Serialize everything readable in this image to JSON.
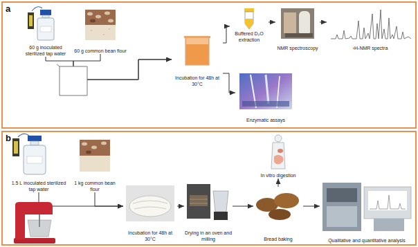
{
  "diagram": {
    "nodes": [
      {
        "text": [
          "a"
        ]
      },
      {
        "text": [
          "60 g inoculated sterilized tap water"
        ],
        "in": 0
      },
      {
        "text": [
          "60 g common bean flour"
        ],
        "in": 0
      },
      {
        "text": [
          "Incubation for 48h at 30°C"
        ],
        "in": 0
      },
      {
        "text": [
          "Buffered D₂O extraction"
        ],
        "in": 0
      },
      {
        "text": [
          "NMR spectroscopy"
        ],
        "in": 0
      },
      {
        "text": [
          "¹H-NMR spectra"
        ],
        "in": 0
      },
      {
        "text": [
          "Enzymatic assays"
        ],
        "in": 0
      },
      {
        "text": [
          "b"
        ]
      },
      {
        "text": [
          "1.5 L inoculated sterilized tap water"
        ],
        "in": 8
      },
      {
        "text": [
          "1 kg common bean flour"
        ],
        "in": 8
      },
      {
        "text": [
          "Incubation for 48h at 30°C"
        ],
        "in": 8
      },
      {
        "text": [
          "Drying in an oven and milling"
        ],
        "in": 8
      },
      {
        "text": [
          "Bread baking"
        ],
        "in": 8
      },
      {
        "text": [
          "In vitro digestion"
        ],
        "in": 8
      },
      {
        "text": [
          "Qualitative and quantitative analysis"
        ],
        "in": 8
      }
    ],
    "edges": [
      {
        "from": 1,
        "to": 3,
        "arrow": "to"
      },
      {
        "from": 2,
        "to": 3,
        "arrow": "to"
      },
      {
        "from": 3,
        "to": 4,
        "arrow": "to"
      },
      {
        "from": 4,
        "to": 5,
        "arrow": "to"
      },
      {
        "from": 5,
        "to": 6,
        "arrow": "to"
      },
      {
        "from": 3,
        "to": 7,
        "arrow": "to"
      },
      {
        "from": 9,
        "to": 11,
        "arrow": "to"
      },
      {
        "from": 10,
        "to": 11,
        "arrow": "to"
      },
      {
        "from": 11,
        "to": 12,
        "arrow": "to"
      },
      {
        "from": 12,
        "to": 13,
        "arrow": "to"
      },
      {
        "from": 13,
        "to": 14,
        "arrow": "to"
      },
      {
        "from": 13,
        "to": 15,
        "arrow": "to"
      }
    ]
  }
}
